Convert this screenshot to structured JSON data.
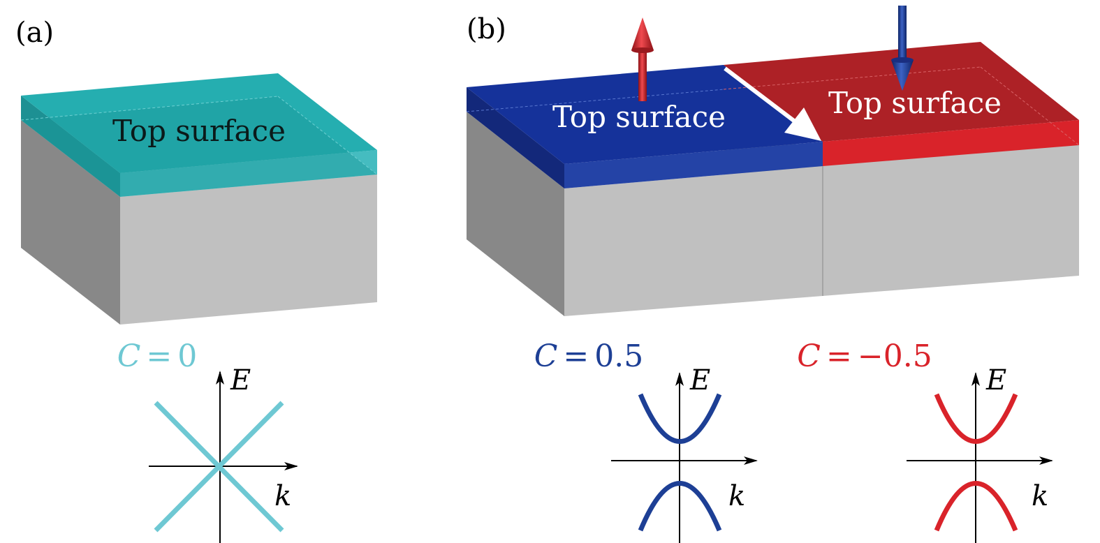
{
  "panel_a": {
    "label": "(a)",
    "surface_label": "Top surface",
    "chern": {
      "symbol": "C",
      "eq": "=",
      "value": "0"
    },
    "band": {
      "e_axis": "E",
      "k_axis": "k",
      "shape": "gapless-dirac-cone"
    }
  },
  "panel_b": {
    "label": "(b)",
    "left": {
      "surface_label": "Top surface",
      "magnetization": "up",
      "chern": {
        "symbol": "C",
        "eq": "=",
        "value": "0.5"
      },
      "band": {
        "e_axis": "E",
        "k_axis": "k",
        "shape": "gapped"
      }
    },
    "right": {
      "surface_label": "Top surface",
      "magnetization": "down",
      "chern": {
        "symbol": "C",
        "eq": "=",
        "value": "−0.5"
      },
      "band": {
        "e_axis": "E",
        "k_axis": "k",
        "shape": "gapped"
      }
    },
    "domain_wall_arrow": "white-arrow"
  },
  "colors": {
    "cyan": "#6ec8d3",
    "cyan_top": "#25aeb0",
    "blue": "#1d3f95",
    "blue_top": "#15329a",
    "red": "#d9232a",
    "red_top": "#ad2126",
    "grey_front": "#c0c0c0",
    "grey_side": "#888888",
    "grey_inner": "#a9a9a9",
    "black": "#000000"
  }
}
